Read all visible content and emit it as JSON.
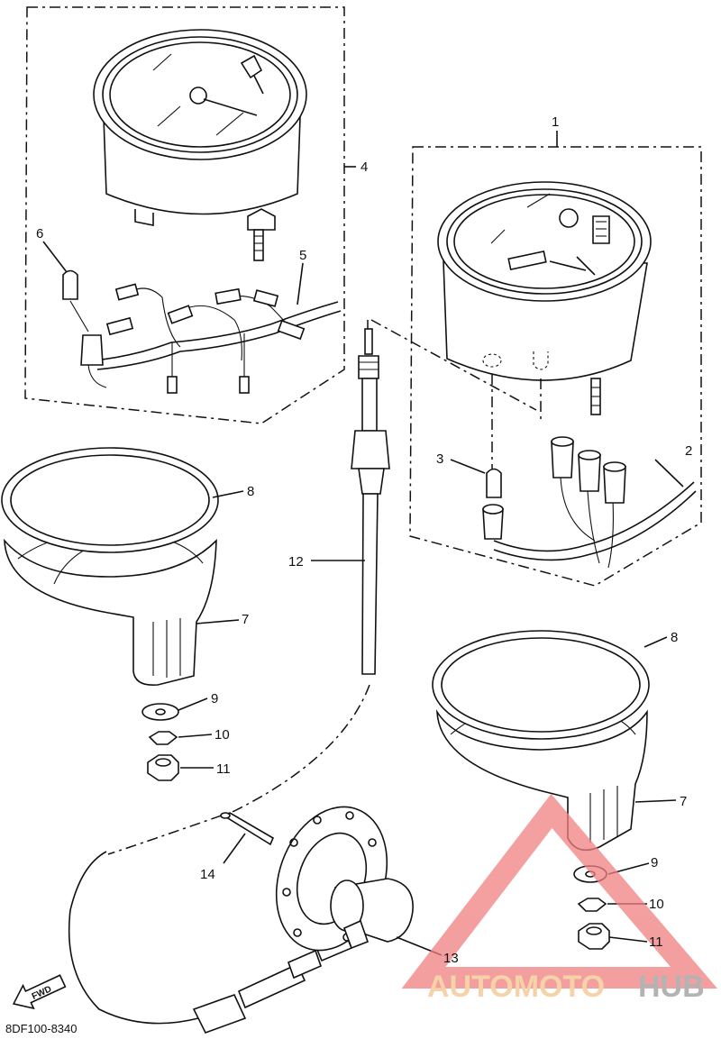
{
  "diagram": {
    "callouts": [
      "1",
      "2",
      "3",
      "4",
      "5",
      "6",
      "7",
      "8",
      "9",
      "10",
      "11",
      "12",
      "13",
      "14"
    ],
    "right_callouts": {
      "c7": "7",
      "c8": "8",
      "c9": "9",
      "c10": "10",
      "c11": "11"
    },
    "direction_label": "FWD",
    "diagram_code": "8DF100-8340"
  },
  "watermark": {
    "part1": "AUTOMOTO",
    "part2": "HUB",
    "colors": {
      "triangle": "#f08080",
      "auto": "#f2c48a",
      "hub": "#9a9a9a"
    }
  }
}
